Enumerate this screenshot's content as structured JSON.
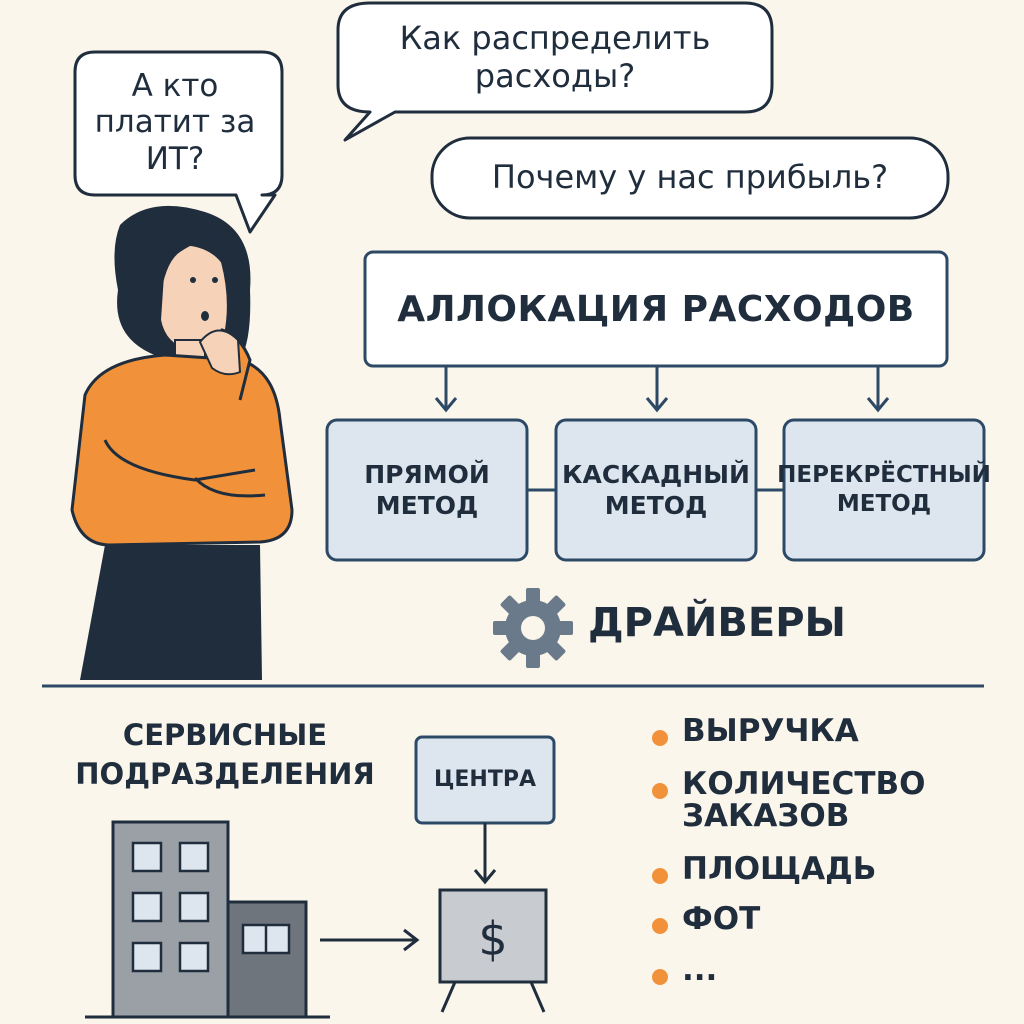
{
  "bubbles": {
    "q1": "А кто платит за ИТ?",
    "q2": "Как распределить расходы?",
    "q3": "Почему у нас прибыль?"
  },
  "allocation": {
    "title": "АЛЛОКАЦИЯ РАСХОДОВ",
    "methods": [
      "ПРЯМОЙ МЕТОД",
      "КАСКАДНЫЙ МЕТОД",
      "ПЕРЕКРЁСТНЫЙ МЕТОД"
    ]
  },
  "drivers": {
    "title": "ДРАЙВЕРЫ",
    "items": [
      "ВЫРУЧКА",
      "КОЛИЧЕСТВО ЗАКАЗОВ",
      "ПЛОЩАДЬ",
      "ФОТ",
      "..."
    ]
  },
  "service_units": "СЕРВИСНЫЕ ПОДРАЗДЕЛЕНИЯ",
  "center_label": "ЦЕНТРА",
  "cost_symbol": "$",
  "colors": {
    "background": "#fbf6ec",
    "outline": "#2c4a66",
    "box_fill": "#dde6ee",
    "accent": "#f1923a",
    "dark": "#1f2d3d",
    "building": "#9aa0a6"
  },
  "icons": [
    "gear-icon",
    "building-icon",
    "cost-board-icon",
    "woman-illustration"
  ]
}
